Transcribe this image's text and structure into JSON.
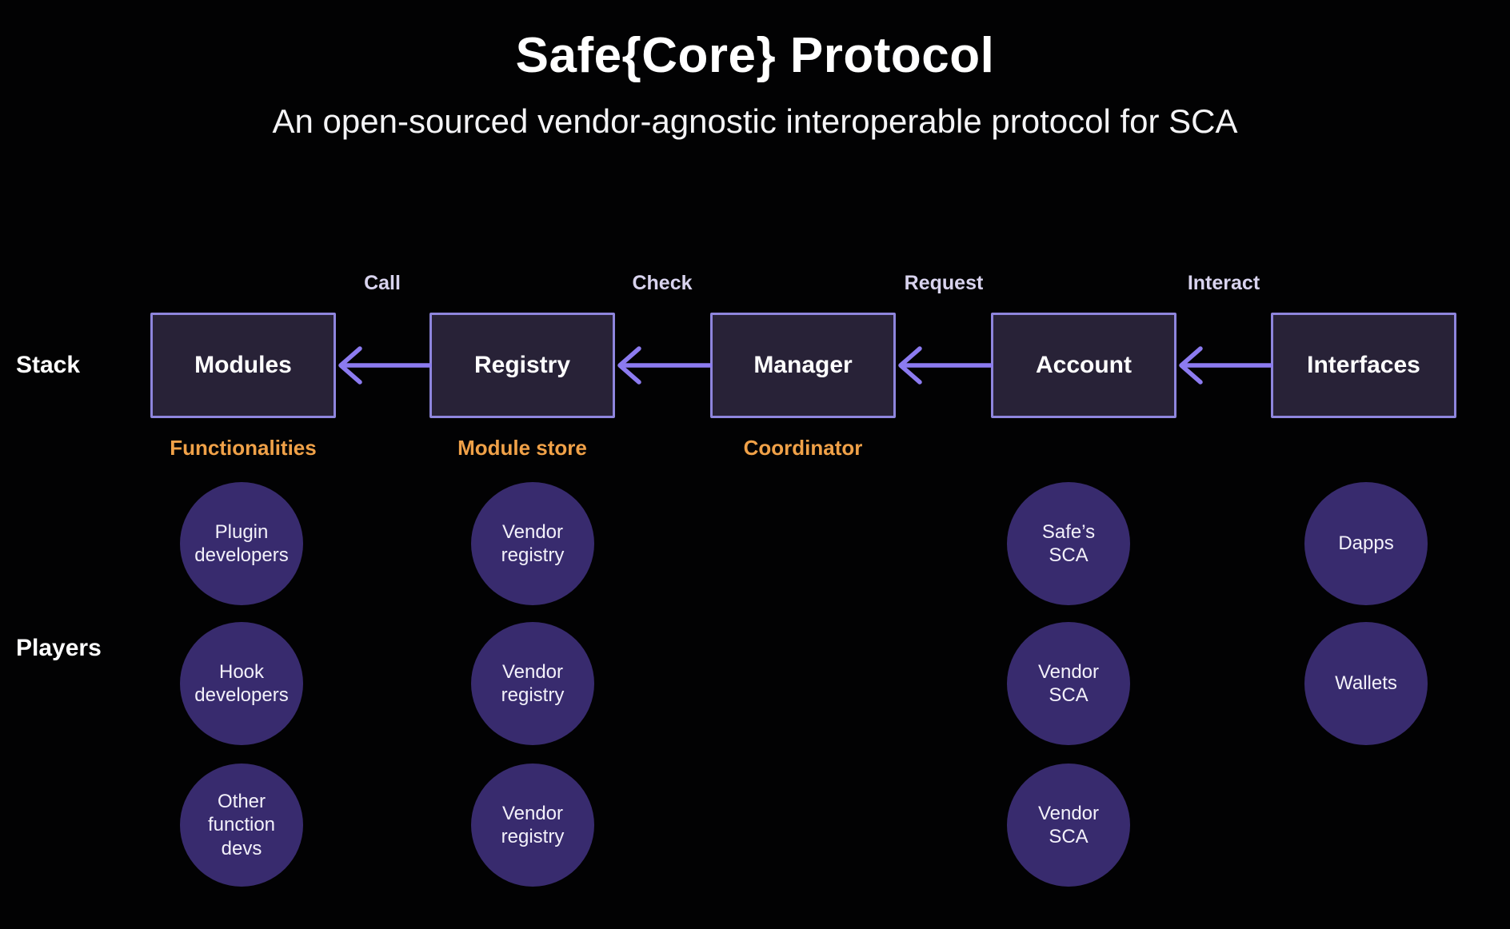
{
  "header": {
    "title": "Safe{Core} Protocol",
    "subtitle": "An open-sourced vendor-agnostic interoperable protocol for SCA"
  },
  "colors": {
    "background": "#000000",
    "box_fill": "#282237",
    "box_border": "#8e85dd",
    "arrow_purple": "#8c7bf0",
    "arrow_label_text": "#d8d3ee",
    "caption_orange": "#f0a148",
    "circle_fill": "#382b6e",
    "text_white": "#ffffff"
  },
  "stack": {
    "row_label": "Stack",
    "boxes": [
      {
        "label": "Modules",
        "caption": "Functionalities"
      },
      {
        "label": "Registry",
        "caption": "Module store"
      },
      {
        "label": "Manager",
        "caption": "Coordinator"
      },
      {
        "label": "Account",
        "caption": ""
      },
      {
        "label": "Interfaces",
        "caption": ""
      }
    ],
    "arrows": [
      {
        "label": "Call",
        "from": "Registry",
        "to": "Modules"
      },
      {
        "label": "Check",
        "from": "Manager",
        "to": "Registry"
      },
      {
        "label": "Request",
        "from": "Account",
        "to": "Manager"
      },
      {
        "label": "Interact",
        "from": "Interfaces",
        "to": "Account"
      }
    ]
  },
  "players": {
    "row_label": "Players",
    "columns": [
      {
        "under": "Modules",
        "items": [
          "Plugin developers",
          "Hook developers",
          "Other function devs"
        ]
      },
      {
        "under": "Registry",
        "items": [
          "Vendor registry",
          "Vendor registry",
          "Vendor registry"
        ]
      },
      {
        "under": "Account",
        "items": [
          "Safe’s SCA",
          "Vendor SCA",
          "Vendor SCA"
        ]
      },
      {
        "under": "Interfaces",
        "items": [
          "Dapps",
          "Wallets"
        ]
      }
    ]
  }
}
